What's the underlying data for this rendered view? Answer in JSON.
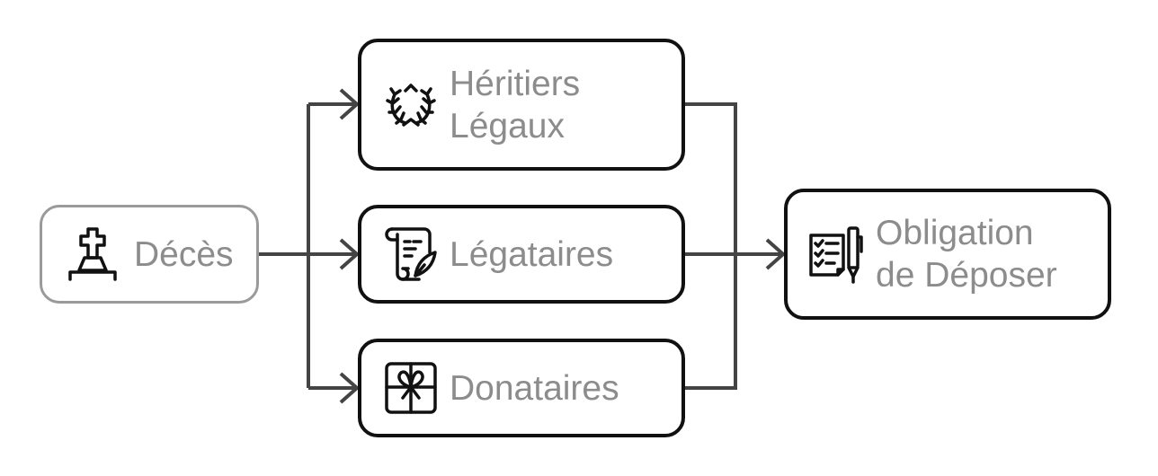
{
  "nodes": {
    "deces": {
      "label": "Décès",
      "icon": "tombstone-icon"
    },
    "heritiers": {
      "label_line1": "Héritiers",
      "label_line2": "Légaux",
      "icon": "laurel-wreath-icon"
    },
    "legataires": {
      "label": "Légataires",
      "icon": "scroll-quill-icon"
    },
    "donataires": {
      "label": "Donataires",
      "icon": "gift-box-icon"
    },
    "obligation": {
      "label_line1": "Obligation",
      "label_line2": "de Déposer",
      "icon": "checklist-pen-icon"
    }
  },
  "edges": [
    {
      "from": "deces",
      "to": "heritiers"
    },
    {
      "from": "deces",
      "to": "legataires"
    },
    {
      "from": "deces",
      "to": "donataires"
    },
    {
      "from": "heritiers",
      "to": "obligation"
    },
    {
      "from": "legataires",
      "to": "obligation"
    },
    {
      "from": "donataires",
      "to": "obligation"
    }
  ],
  "colors": {
    "stroke": "#444444",
    "border": "#111111",
    "muted_border": "#9a9a9a",
    "text": "#8c8c8c"
  }
}
